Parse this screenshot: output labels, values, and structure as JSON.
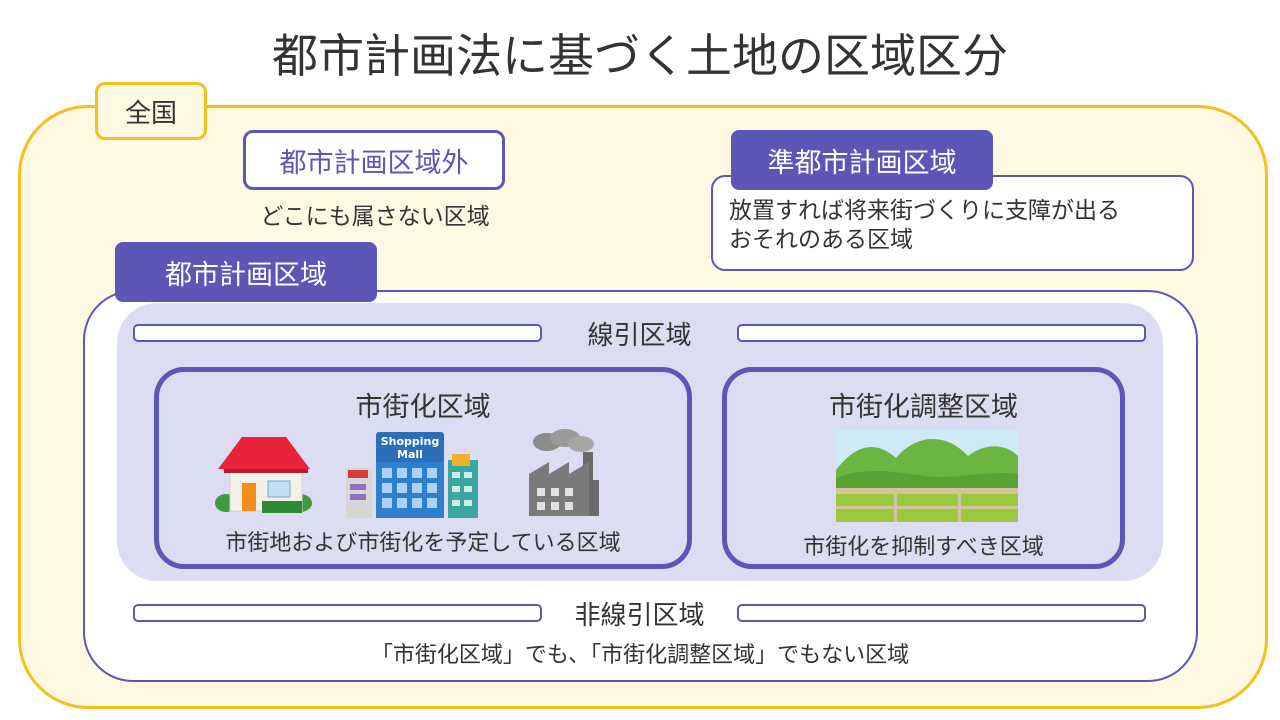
{
  "title": "都市計画法に基づく土地の区域区分",
  "zenkoku": {
    "label": "全国"
  },
  "outside": {
    "label": "都市計画区域外",
    "desc": "どこにも属さない区域"
  },
  "quasi": {
    "label": "準都市計画区域",
    "desc_line1": "放置すれば将来街づくりに支障が出る",
    "desc_line2": "おそれのある区域"
  },
  "toshi": {
    "label": "都市計画区域"
  },
  "senbiki": {
    "title": "線引区域"
  },
  "shigaika": {
    "title": "市街化区域",
    "desc": "市街地および市街化を予定している区域",
    "mall_sign_line1": "Shopping",
    "mall_sign_line2": "Mall",
    "icons": [
      "house-icon",
      "shopping-mall-icon",
      "factory-icon"
    ]
  },
  "chosei": {
    "title": "市街化調整区域",
    "desc": "市街化を抑制すべき区域",
    "icons": [
      "rural-landscape-icon"
    ]
  },
  "hisenbiki": {
    "title": "非線引区域",
    "desc": "「市街化区域」でも、「市街化調整区域」でもない区域"
  },
  "colors": {
    "accent": "#5c56b6",
    "national_border": "#f6bf1d",
    "national_fill": "#fff8e3",
    "senbiki_fill": "#dcdcf3"
  }
}
